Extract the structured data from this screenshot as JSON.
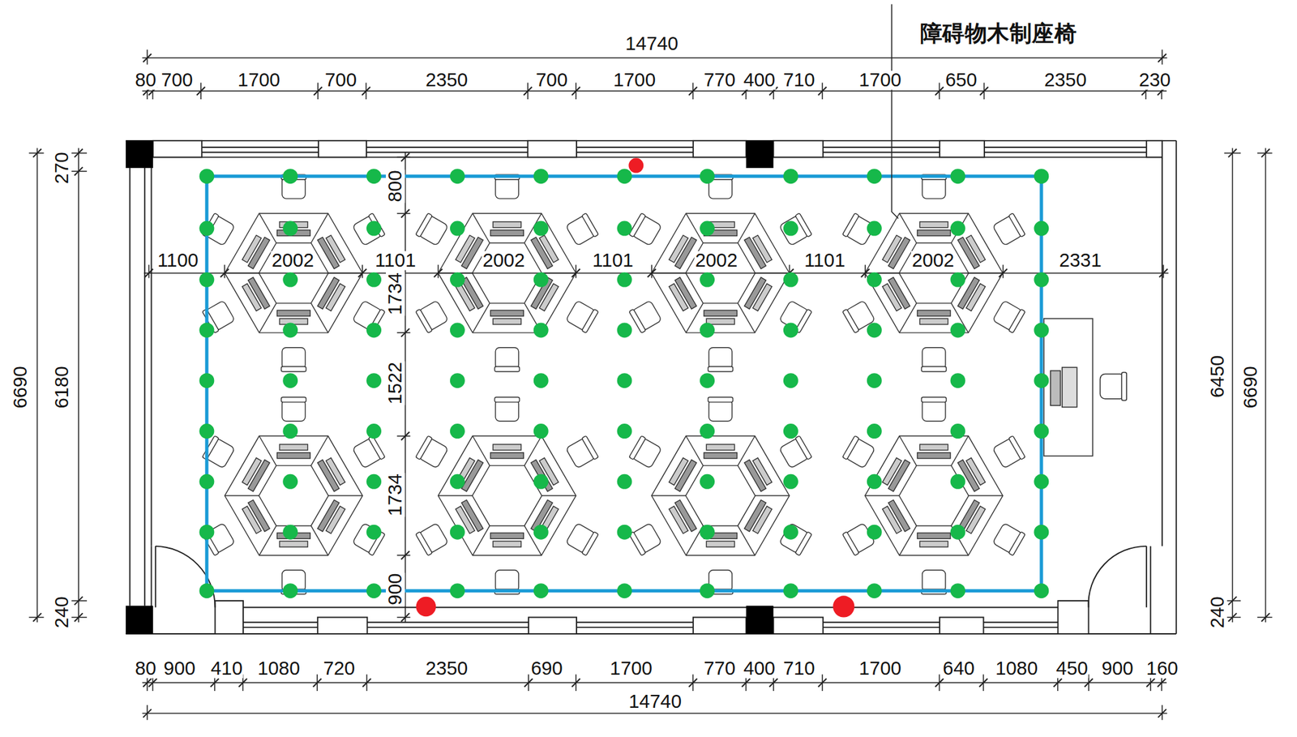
{
  "diagram": {
    "labels": [
      "14740",
      "障碍物木制座椅",
      "80",
      "700",
      "1700",
      "700",
      "2350",
      "700",
      "1700",
      "770",
      "400",
      "710",
      "1700",
      "650",
      "2350",
      "230",
      "6690",
      "6180",
      "270",
      "240",
      "6450",
      "6690",
      "240",
      "1100",
      "2002",
      "1101",
      "2002",
      "1101",
      "2002",
      "1101",
      "2002",
      "2331",
      "800",
      "1734",
      "1522",
      "1734",
      "900",
      "80",
      "900",
      "410",
      "1080",
      "720",
      "2350",
      "690",
      "1700",
      "770",
      "400",
      "710",
      "1700",
      "640",
      "1080",
      "450",
      "900",
      "160",
      "14740"
    ]
  }
}
